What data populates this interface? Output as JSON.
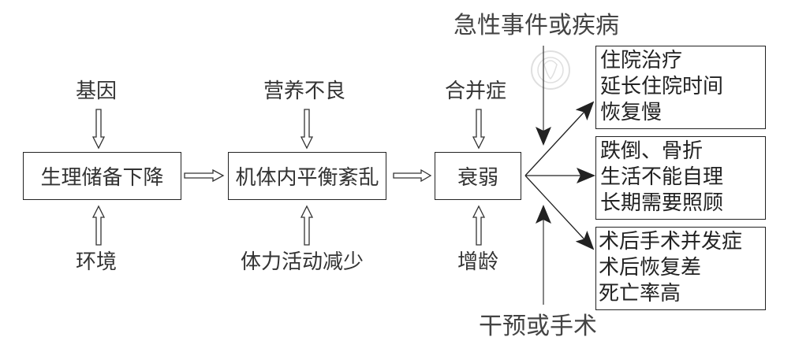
{
  "diagram": {
    "factors": {
      "genes": "基因",
      "environment": "环境",
      "malnutrition": "营养不良",
      "reduced_activity": "体力活动减少",
      "comorbidity": "合并症",
      "aging": "增龄"
    },
    "nodes": {
      "decline": "生理储备下降",
      "imbalance": "机体内平衡紊乱",
      "frailty": "衰弱"
    },
    "triggers": {
      "acute": "急性事件或疾病",
      "intervention": "干预或手术"
    },
    "outcomes": [
      {
        "lines": [
          "住院治疗",
          "延长住院时间",
          "恢复慢"
        ]
      },
      {
        "lines": [
          "跌倒、骨折",
          "生活不能自理",
          "长期需要照顾"
        ]
      },
      {
        "lines": [
          "术后手术并发症",
          "术后恢复差",
          "死亡率高"
        ]
      }
    ]
  }
}
